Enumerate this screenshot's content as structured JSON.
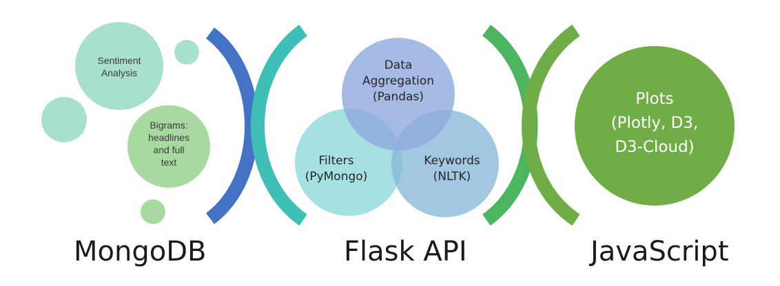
{
  "sections": [
    {
      "label": "MongoDB"
    },
    {
      "label": "Flask API"
    },
    {
      "label": "JavaScript"
    }
  ],
  "mongodb": {
    "sentiment": [
      "Sentiment",
      "Analysis"
    ],
    "bigrams": [
      "Bigrams:",
      "headlines",
      "and full",
      "text"
    ]
  },
  "flask": {
    "aggregation": [
      "Data",
      "Aggregation",
      "(Pandas)"
    ],
    "filters": [
      "Filters",
      "(PyMongo)"
    ],
    "keywords": [
      "Keywords",
      "(NLTK)"
    ]
  },
  "javascript": {
    "plots": [
      "Plots",
      "(Plotly, D3,",
      "D3-Cloud)"
    ]
  },
  "colors": {
    "mint": "#a8e0d0",
    "light_green": "#a8d9a0",
    "blue_bracket": "#4472c4",
    "teal_bracket": "#3fbfb6",
    "green_bracket": "#4cb560",
    "olive_bracket": "#70ad47",
    "venn_top": "#8faadc",
    "venn_left": "#7fd3d6",
    "venn_right": "#8bb9d9",
    "plots_circle": "#70ad47"
  }
}
